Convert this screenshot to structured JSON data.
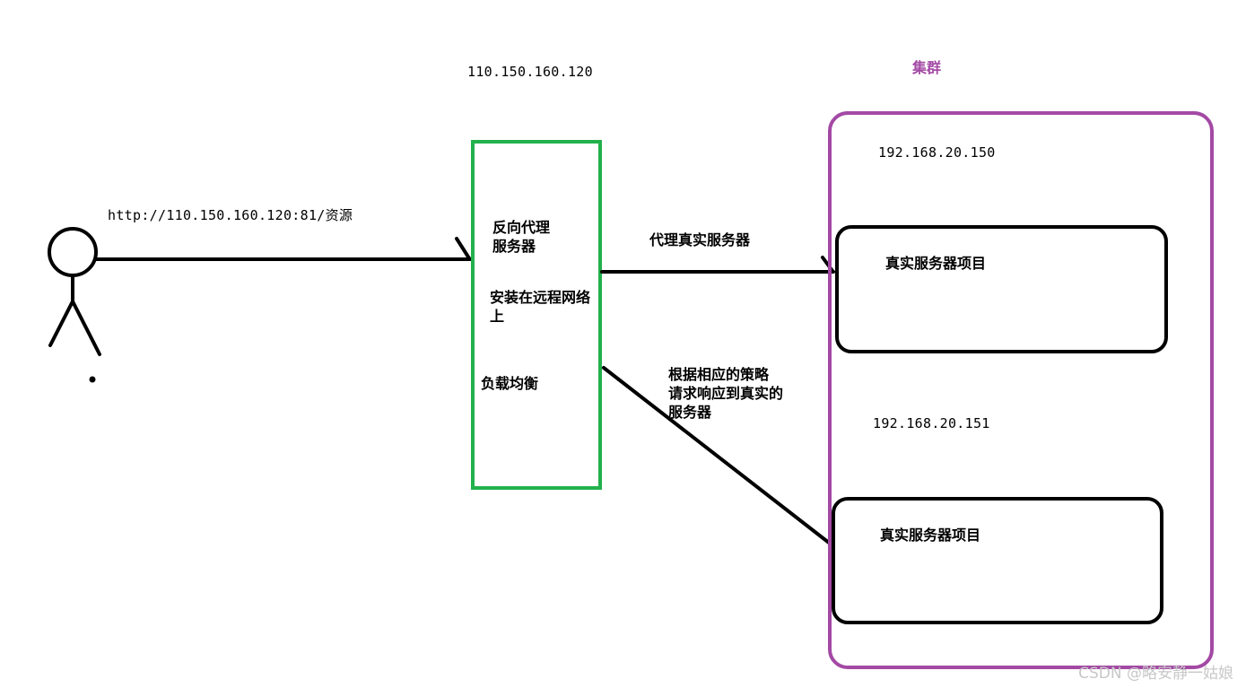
{
  "colors": {
    "proxy_border": "#22b14c",
    "cluster_border": "#a349a4",
    "cluster_label": "#a349a4",
    "lines": "#000000",
    "watermark": "#c8c8c8"
  },
  "proxy": {
    "ip": "110.150.160.120",
    "title": "反向代理\n服务器",
    "install_note": "安装在远程网络\n上",
    "load_balance": "负载均衡"
  },
  "user": {
    "request_url": "http://110.150.160.120:81/资源",
    "icon": "stick-figure-user-icon"
  },
  "edges": {
    "proxy_to_real": "代理真实服务器",
    "strategy": "根据相应的策略\n请求响应到真实的\n服务器"
  },
  "cluster": {
    "label": "集群",
    "servers": [
      {
        "ip": "192.168.20.150",
        "label": "真实服务器项目"
      },
      {
        "ip": "192.168.20.151",
        "label": "真实服务器项目"
      }
    ]
  },
  "watermark": "CSDN @略安静一姑娘"
}
